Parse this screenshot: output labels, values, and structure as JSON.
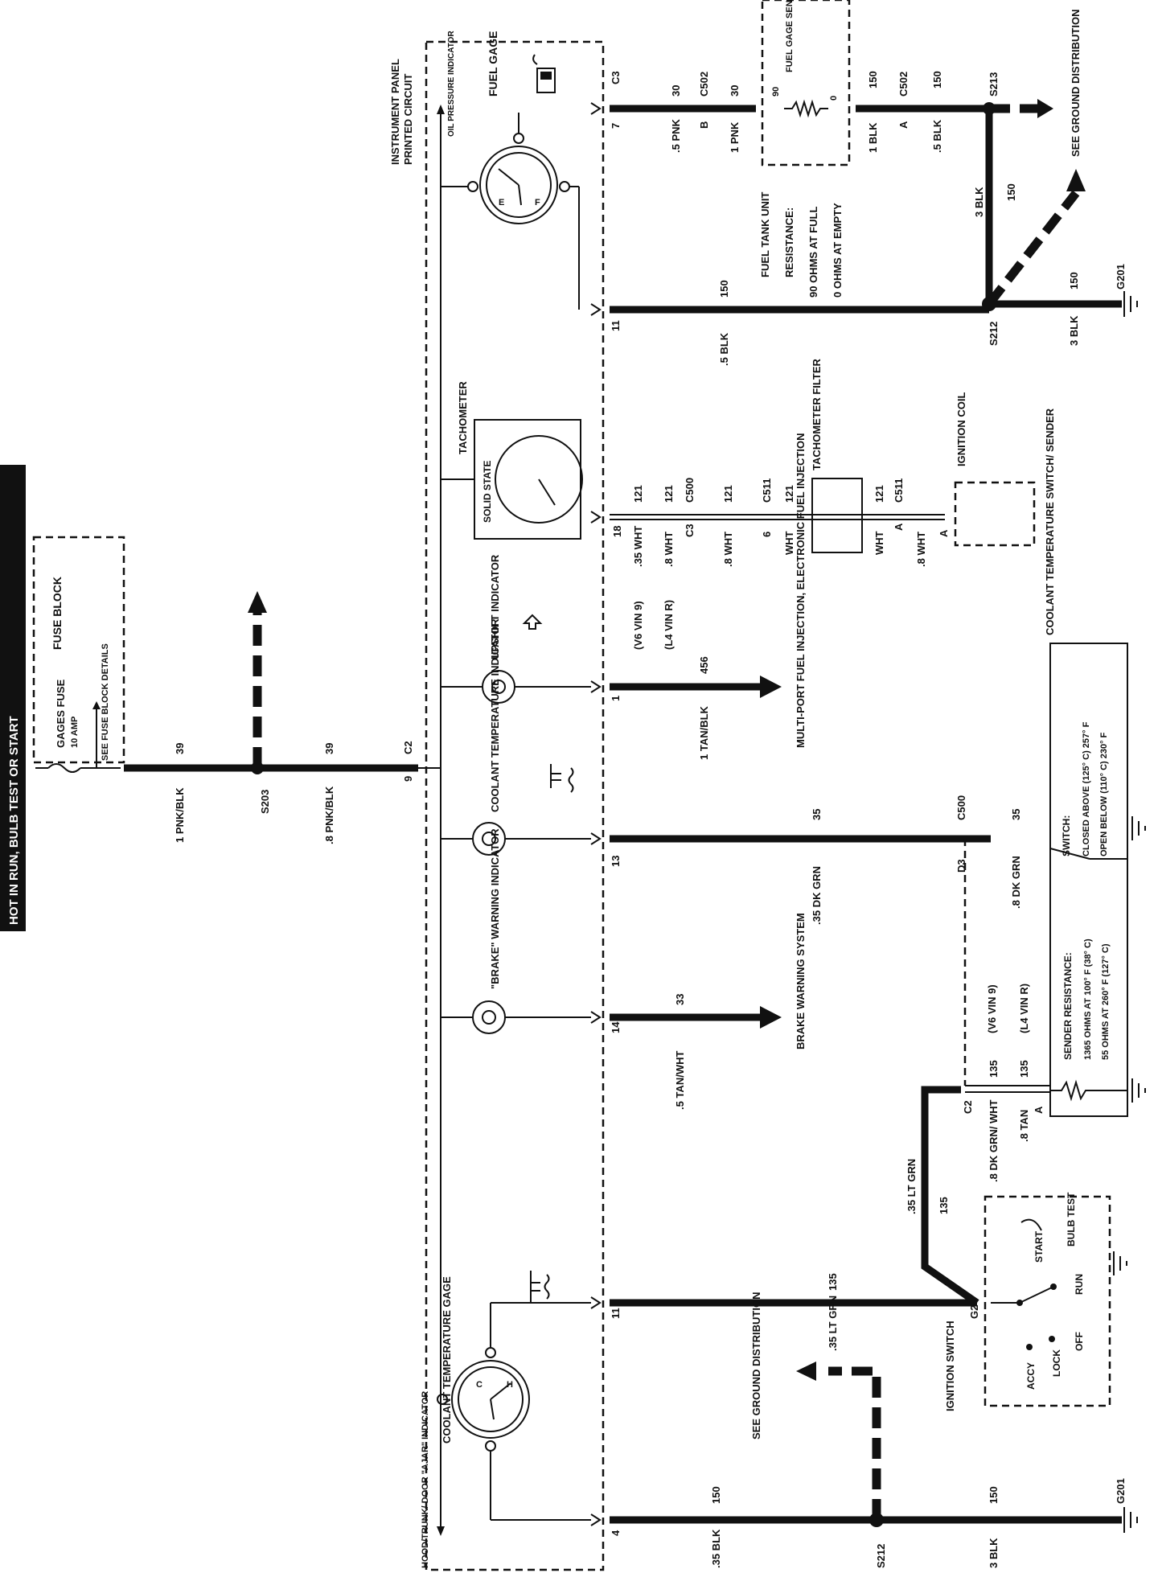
{
  "header": {
    "banner": "HOT IN RUN, BULB TEST OR START"
  },
  "fuse_block": {
    "title": "FUSE BLOCK",
    "fuse_name": "GAGES FUSE",
    "fuse_rating": "10 AMP",
    "note": "SEE FUSE BLOCK DETAILS"
  },
  "feed": {
    "wire1": "1 PNK/BLK",
    "circuit1": "39",
    "splice": "S203",
    "wire2": ".8 PNK/BLK",
    "circuit2": "39",
    "connector": "C2",
    "pin": "9"
  },
  "instrument_panel": {
    "title": "INSTRUMENT PANEL",
    "subtitle": "PRINTED CIRCUIT"
  },
  "indicators": {
    "oil_pressure": "OIL PRESSURE INDICATOR",
    "fuel_gage": "FUEL GAGE",
    "tachometer": "TACHOMETER",
    "solid_state": "SOLID STATE",
    "upshift": "UPSHIFT INDICATOR",
    "coolant_temp_ind": "COOLANT TEMPERATURE INDICATOR",
    "brake": "\"BRAKE\" WARNING INDICATOR",
    "coolant_gage": "COOLANT TEMPERATURE GAGE",
    "ajar": "HOOD/TRUNK/ DOOR \"AJAR\" INDICATOR",
    "gage_e": "E",
    "gage_f": "F",
    "gage_c": "C",
    "gage_h": "H"
  },
  "fuel_circuit": {
    "connector": "C3",
    "pin": "7",
    "wire1": ".5 PNK",
    "circuit1": "30",
    "c502_pin": "B",
    "c502": "C502",
    "wire2": "1 PNK",
    "circuit2": "30",
    "sender_title": "FUEL GAGE SENDER",
    "sender_90": "90",
    "sender_0": "0",
    "ground_circuit": "150",
    "ground_wire": "1 BLK",
    "c502b": "C502",
    "c502b_pin": "A",
    "wire3": ".5 BLK",
    "circuit3": "150",
    "splice": "S213",
    "see_ground": "SEE GROUND DISTRIBUTION",
    "wire4": "3 BLK",
    "circuit4": "150",
    "tank_unit": "FUEL TANK UNIT",
    "resistance_title": "RESISTANCE:",
    "resistance_full": "90 OHMS AT FULL",
    "resistance_empty": "0 OHMS AT EMPTY",
    "pin11": "11",
    "wire5": ".5 BLK",
    "circuit5": "150",
    "splice2": "S212",
    "wire6": "3 BLK",
    "circuit6": "150",
    "ground": "G201"
  },
  "tach_circuit": {
    "pin": "18",
    "wire_v6": ".35 WHT",
    "note_v6": "(V6 VIN 9)",
    "wire_l4": ".8 WHT",
    "note_l4": "(L4 VIN R)",
    "circuit": "121",
    "circuit_b": "121",
    "c3": "C3",
    "c500": "C500",
    "wire2": ".8 WHT",
    "circuit2": "121",
    "c511_pin": "6",
    "c511": "C511",
    "filter": "TACHOMETER FILTER",
    "wire3": "WHT",
    "circuit3": "121",
    "wire4": "WHT",
    "circuit4": "121",
    "c511b_pin": "A",
    "c511b": "C511",
    "wire5": ".8 WHT",
    "coil_pin": "A",
    "coil": "IGNITION COIL"
  },
  "upshift_circuit": {
    "pin": "1",
    "wire": "1 TAN/BLK",
    "circuit": "456",
    "dest": "MULTI-PORT FUEL INJECTION, ELECTRONIC FUEL INJECTION"
  },
  "coolant_circuit": {
    "pin": "13",
    "wire": ".35 DK GRN",
    "circuit": "35",
    "c500": "C500",
    "c500_pin": "D3",
    "wire2": ".8 DK GRN",
    "circuit2": "35",
    "switch_title": "COOLANT TEMPERATURE SWITCH/ SENDER",
    "switch_label": "SWITCH:",
    "switch_closed": "CLOSED ABOVE (125° C) 257° F",
    "switch_open": "OPEN BELOW (110° C) 230° F",
    "sender_label": "SENDER RESISTANCE:",
    "sender_1": "1365 OHMS AT 100° F (38° C)",
    "sender_2": "55 OHMS AT 260° F (127° C)",
    "note_v6": "(V6 VIN 9)",
    "note_l4": "(L4 VIN R)"
  },
  "brake_circuit": {
    "pin": "14",
    "wire": ".5 TAN/WHT",
    "circuit": "33",
    "dest": "BRAKE WARNING SYSTEM"
  },
  "coolant_gage_circuit": {
    "pin": "11",
    "wire": ".35 LT GRN",
    "circuit": "135",
    "wire2": ".35 LT GRN",
    "circuit2": "135",
    "c2": "C2",
    "c2_circuit": "135",
    "c2_wire": ".8 DK GRN/ WHT",
    "c2_circuit2": "135",
    "c2_wire2": ".8 TAN",
    "sender_pin": "A"
  },
  "ignition_switch": {
    "title": "IGNITION SWITCH",
    "connector": "G2",
    "positions": [
      "ACCY",
      "LOCK",
      "OFF",
      "RUN",
      "BULB TEST",
      "START"
    ]
  },
  "ajar_circuit": {
    "pin": "4",
    "wire": ".35 BLK",
    "circuit": "150",
    "splice": "S212",
    "see_ground": "SEE GROUND DISTRIBUTION",
    "wire2": "3 BLK",
    "circuit2": "150",
    "ground": "G201"
  }
}
